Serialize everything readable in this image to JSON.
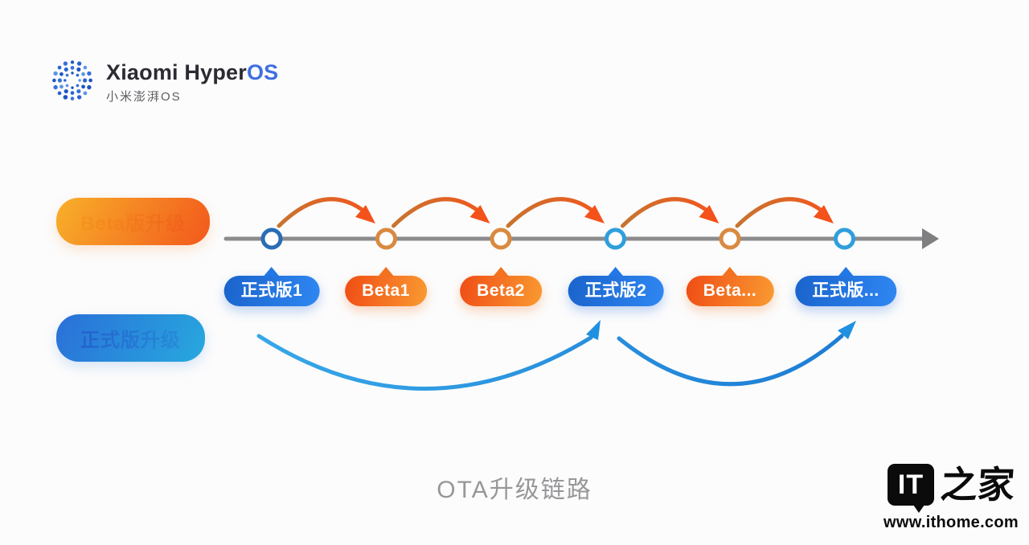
{
  "header": {
    "brand": "Xiaomi Hyper",
    "brand_accent": "OS",
    "brand_sub": "小米澎湃OS"
  },
  "legend": {
    "beta_label": "Beta版升级",
    "release_label": "正式版升级"
  },
  "timeline": {
    "nodes": [
      {
        "label": "正式版1",
        "type": "release"
      },
      {
        "label": "Beta1",
        "type": "beta"
      },
      {
        "label": "Beta2",
        "type": "beta"
      },
      {
        "label": "正式版2",
        "type": "release"
      },
      {
        "label": "Beta...",
        "type": "beta"
      },
      {
        "label": "正式版...",
        "type": "release"
      }
    ],
    "beta_upgrade_path": [
      "正式版1→Beta1",
      "Beta1→Beta2",
      "Beta2→正式版2",
      "正式版2→Beta...",
      "Beta...→正式版..."
    ],
    "release_upgrade_path": [
      "正式版1→正式版2",
      "正式版2→正式版..."
    ]
  },
  "caption": "OTA升级链路",
  "watermark": {
    "logo_text": "IT",
    "logo_cn": "之家",
    "url": "www.ithome.com"
  },
  "colors": {
    "bg": "#fcfcfc",
    "timeline-gray": "#8b8b8e",
    "beta-accent": "#f2571b",
    "beta-accent-light": "#f6a21d",
    "release-accent": "#1b66cf",
    "release-accent-light": "#2e9fe0",
    "bubble-blue-start": "#1a63cc",
    "bubble-blue-end": "#2f87f2",
    "bubble-orange-start": "#f04d15",
    "bubble-orange-end": "#f99a31",
    "caption-gray": "#97979a",
    "brand-dark": "#2b2b33",
    "brand-blue": "#3f6fe0"
  }
}
